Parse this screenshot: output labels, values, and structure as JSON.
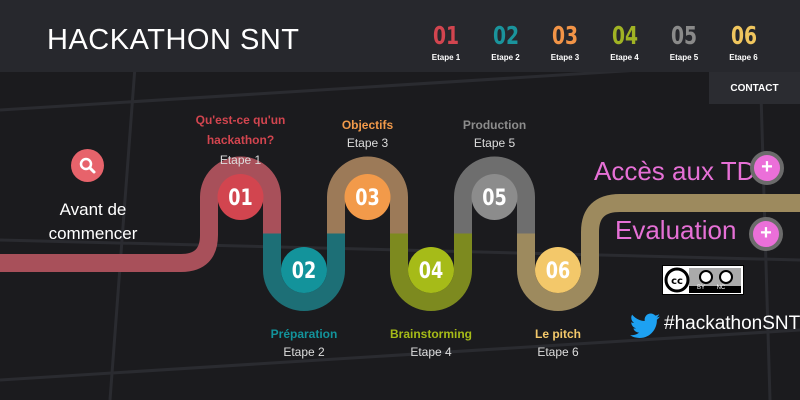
{
  "header": {
    "title": "HACKATHON SNT",
    "steps": [
      {
        "num": "01",
        "label": "Etape 1",
        "color": "#d2454f"
      },
      {
        "num": "02",
        "label": "Etape 2",
        "color": "#1a949c"
      },
      {
        "num": "03",
        "label": "Etape 3",
        "color": "#f29447"
      },
      {
        "num": "04",
        "label": "Etape 4",
        "color": "#a0b324"
      },
      {
        "num": "05",
        "label": "Etape 5",
        "color": "#8a8a8a"
      },
      {
        "num": "06",
        "label": "Etape 6",
        "color": "#f0c65e"
      }
    ],
    "contact": "CONTACT"
  },
  "intro": {
    "icon": "search-icon",
    "text": "Avant de commencer"
  },
  "roadmap": [
    {
      "num": "01",
      "title": "Qu'est-ce qu'un hackathon?",
      "label": "Etape 1",
      "color": "#d2454f",
      "track": "#a8505a"
    },
    {
      "num": "02",
      "title": "Préparation",
      "label": "Etape 2",
      "color": "#13939b",
      "track": "#1d6f76"
    },
    {
      "num": "03",
      "title": "Objectifs",
      "label": "Etape 3",
      "color": "#f29a4a",
      "track": "#9c7a58"
    },
    {
      "num": "04",
      "title": "Brainstorming",
      "label": "Etape 4",
      "color": "#a6bb18",
      "track": "#7d8a1f"
    },
    {
      "num": "05",
      "title": "Production",
      "label": "Etape 5",
      "color": "#8c8c8c",
      "track": "#6e6e6e"
    },
    {
      "num": "06",
      "title": "Le pitch",
      "label": "Etape 6",
      "color": "#f3c86a",
      "track": "#9d8a5e"
    }
  ],
  "links": [
    {
      "label": "Accès aux TD",
      "icon": "plus-icon"
    },
    {
      "label": "Evaluation",
      "icon": "plus-icon"
    }
  ],
  "license": {
    "text": "BY NC"
  },
  "social": {
    "icon": "twitter-icon",
    "hashtag": "#hackathonSNT"
  }
}
